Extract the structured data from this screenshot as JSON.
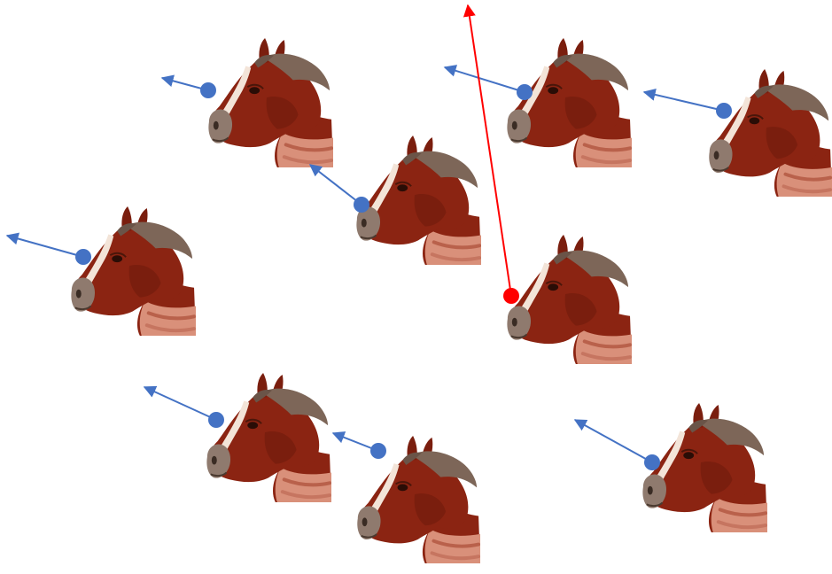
{
  "colors": {
    "background": "#ffffff",
    "pointer_blue": "#4472c4",
    "pointer_red": "#ff0000",
    "horse_coat": "#8b2412",
    "horse_coat_dark": "#5a1408",
    "horse_mane": "#7d6658",
    "horse_blaze": "#f3e4d8",
    "horse_muzzle": "#8f7a6e",
    "horse_neck_highlight": "#d9907a"
  },
  "horses": [
    {
      "id": "horse-1",
      "pointer": "blue",
      "icon": "horse-head-icon"
    },
    {
      "id": "horse-2",
      "pointer": "blue",
      "icon": "horse-head-icon"
    },
    {
      "id": "horse-3",
      "pointer": "blue",
      "icon": "horse-head-icon"
    },
    {
      "id": "horse-4",
      "pointer": "blue",
      "icon": "horse-head-icon"
    },
    {
      "id": "horse-5",
      "pointer": "blue",
      "icon": "horse-head-icon"
    },
    {
      "id": "horse-6",
      "pointer": "red",
      "icon": "horse-head-icon"
    },
    {
      "id": "horse-7",
      "pointer": "blue",
      "icon": "horse-head-icon"
    },
    {
      "id": "horse-8",
      "pointer": "blue",
      "icon": "horse-head-icon"
    },
    {
      "id": "horse-9",
      "pointer": "blue",
      "icon": "horse-head-icon"
    }
  ]
}
